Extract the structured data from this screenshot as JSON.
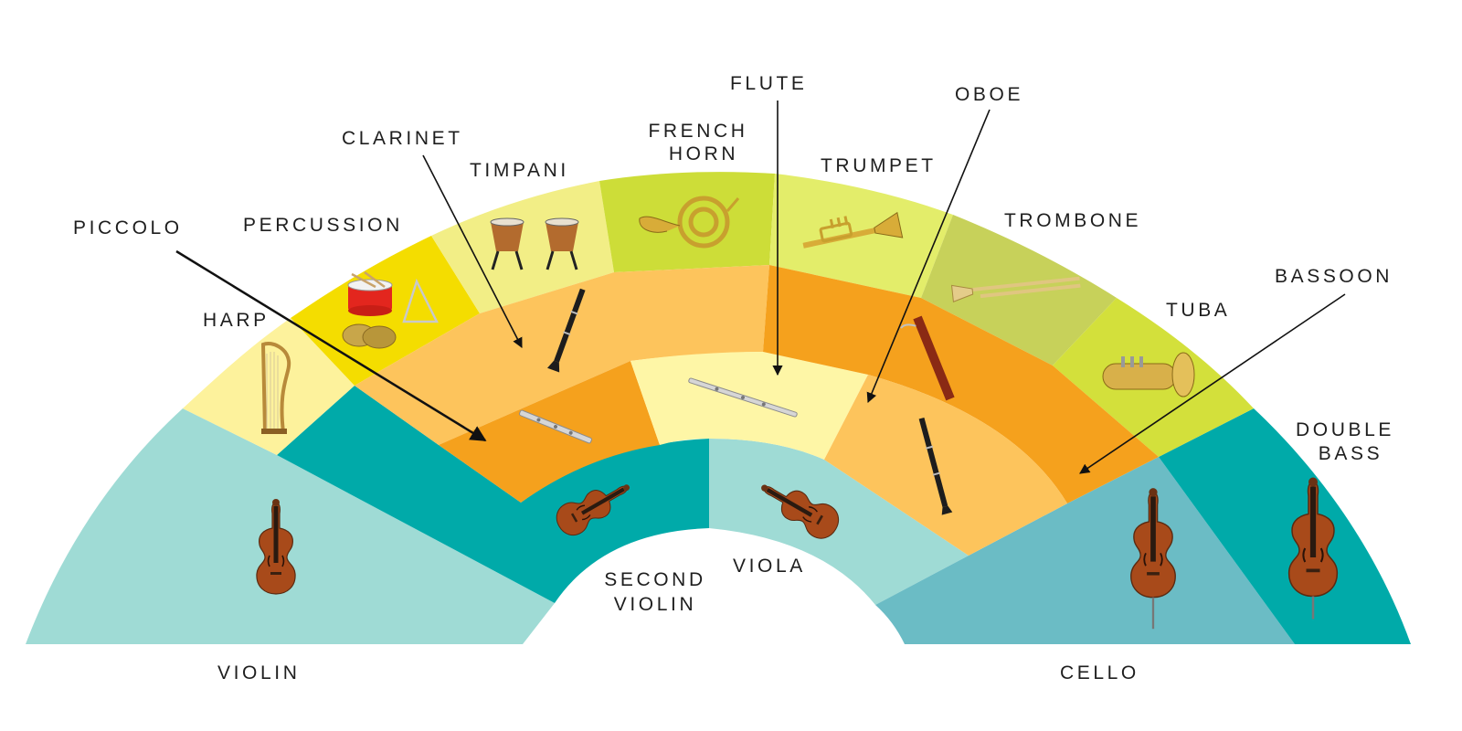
{
  "labels": {
    "piccolo": "PICCOLO",
    "percussion": "PERCUSSION",
    "harp": "HARP",
    "clarinet": "CLARINET",
    "timpani": "TIMPANI",
    "french_horn_1": "FRENCH",
    "french_horn_2": "HORN",
    "flute": "FLUTE",
    "trumpet": "TRUMPET",
    "oboe": "OBOE",
    "trombone": "TROMBONE",
    "bassoon": "BASSOON",
    "tuba": "TUBA",
    "double_bass_1": "DOUBLE",
    "double_bass_2": "BASS",
    "second_violin_1": "SECOND",
    "second_violin_2": "VIOLIN",
    "viola": "VIOLA",
    "violin": "VIOLIN",
    "cello": "CELLO"
  },
  "colors": {
    "violin_section": "#9fdbd5",
    "second_violin_section": "#00aaa9",
    "viola_section": "#9fdbd5",
    "cello_section": "#6bbcc5",
    "double_bass_section": "#00aaa9",
    "harp_section": "#fdf29c",
    "percussion_section": "#f4dd00",
    "timpani_section": "#f2ee86",
    "french_horn_section": "#cddd38",
    "trumpet_section": "#e3ed6a",
    "trombone_section": "#c7d15a",
    "tuba_section": "#d3e03b",
    "woodwind_light": "#fdc45c",
    "woodwind_dark": "#f5a11d",
    "flute_section": "#fef6a6",
    "pointer_line": "#111111"
  },
  "icons": [
    "violin-icon",
    "harp-icon",
    "snare-drum-icon",
    "cymbals-icon",
    "triangle-icon",
    "timpani-icon",
    "french-horn-icon",
    "trumpet-icon",
    "trombone-icon",
    "tuba-icon",
    "clarinet-icon",
    "piccolo-icon",
    "flute-icon",
    "bassoon-icon",
    "oboe-icon",
    "cello-icon",
    "double-bass-icon"
  ]
}
